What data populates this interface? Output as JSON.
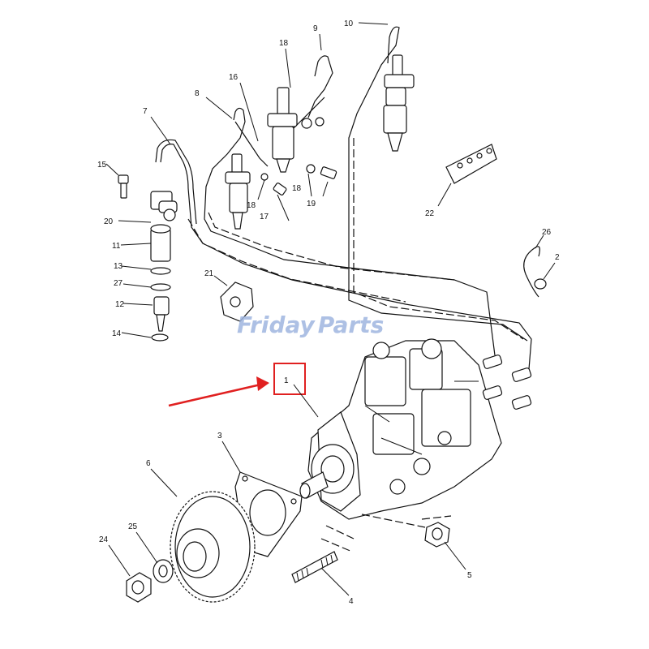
{
  "watermark": {
    "word1": "Friday",
    "word2": "Parts",
    "color": "#9fb6e0"
  },
  "highlight": {
    "label": "1",
    "color": "#e02020"
  },
  "callouts": [
    "1",
    "2",
    "3",
    "4",
    "5",
    "6",
    "7",
    "8",
    "9",
    "10",
    "11",
    "12",
    "13",
    "14",
    "15",
    "16",
    "17",
    "18",
    "18",
    "18",
    "19",
    "20",
    "21",
    "22",
    "24",
    "25",
    "26",
    "27"
  ]
}
